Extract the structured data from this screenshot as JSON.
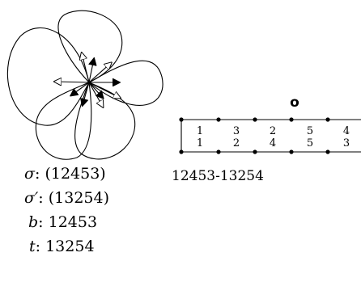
{
  "diagram": {
    "marker_label": "o",
    "top_row": [
      "1",
      "3",
      "2",
      "5",
      "4"
    ],
    "bottom_row": [
      "1",
      "2",
      "4",
      "5",
      "3"
    ],
    "caption": "12453-13254"
  },
  "notes": {
    "sigma_symbol": "σ",
    "sigma_value": "(12453)",
    "sigma_prime_symbol": "σ′",
    "sigma_prime_value": "(13254)",
    "b_symbol": "b",
    "b_value": "12453",
    "t_symbol": "t",
    "t_value": "13254"
  },
  "colors": {
    "ink": "#000000",
    "arrow_fill_solid": "#000000",
    "arrow_fill_open": "#ffffff"
  }
}
